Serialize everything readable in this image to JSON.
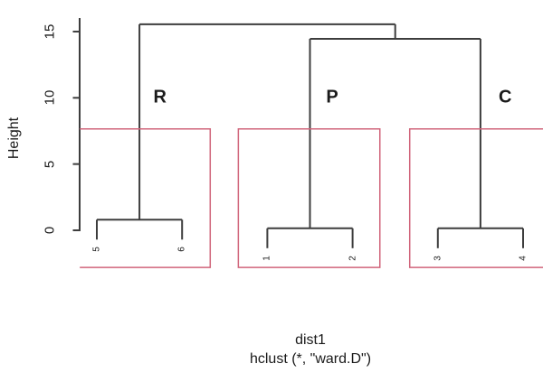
{
  "chart_data": {
    "type": "dendrogram",
    "title": "",
    "ylabel": "Height",
    "xlabel_line1": "dist1",
    "xlabel_line2": "hclust (*, \"ward.D\")",
    "yticks": [
      0,
      5,
      10,
      15
    ],
    "ylim": [
      0,
      15.5
    ],
    "grid": false,
    "leaf_labels": [
      "5",
      "6",
      "1",
      "2",
      "3",
      "4"
    ],
    "leaf_hang": 1.5,
    "merges": [
      {
        "children": [
          "leaf:0",
          "leaf:1"
        ],
        "height": 0.8
      },
      {
        "children": [
          "leaf:2",
          "leaf:3"
        ],
        "height": 0.15
      },
      {
        "children": [
          "leaf:4",
          "leaf:5"
        ],
        "height": 0.15
      },
      {
        "children": [
          "merge:1",
          "merge:2"
        ],
        "height": 14.45
      },
      {
        "children": [
          "merge:0",
          "merge:3"
        ],
        "height": 15.55
      }
    ],
    "cluster_annotations": [
      {
        "text": "R",
        "x": 1.74,
        "height": 10
      },
      {
        "text": "P",
        "x": 3.76,
        "height": 10
      },
      {
        "text": "C",
        "x": 5.79,
        "height": 10
      }
    ],
    "cluster_rects": [
      {
        "x1": 0.8,
        "x2": 2.33,
        "top": 7.65,
        "bottom": -2.8,
        "open_side": "left"
      },
      {
        "x1": 2.66,
        "x2": 4.32,
        "top": 7.65,
        "bottom": -2.8,
        "open_side": "none"
      },
      {
        "x1": 4.67,
        "x2": 6.25,
        "top": 7.65,
        "bottom": -2.8,
        "open_side": "right"
      }
    ],
    "colors": {
      "line": "#3d3d3d",
      "rect": "#d0647a",
      "text": "#1a1a1a"
    }
  }
}
